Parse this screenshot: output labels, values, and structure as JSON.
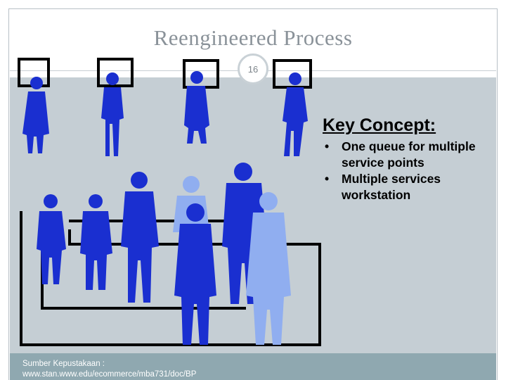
{
  "slide": {
    "title": "Reengineered Process",
    "page_number": "16"
  },
  "key_concept": {
    "heading": "Key Concept:",
    "points": [
      "One queue for multiple service points",
      "Multiple services workstation"
    ]
  },
  "footer": {
    "source_label": "Sumber Kepustakaan :",
    "source_link": "www.stan.www.edu/ecommerce/mba731/doc/BP"
  },
  "colors": {
    "background": "#c5ced4",
    "figure_dark": "#1a2fd0",
    "figure_light": "#90aef0",
    "footer": "#8fa8b0"
  }
}
